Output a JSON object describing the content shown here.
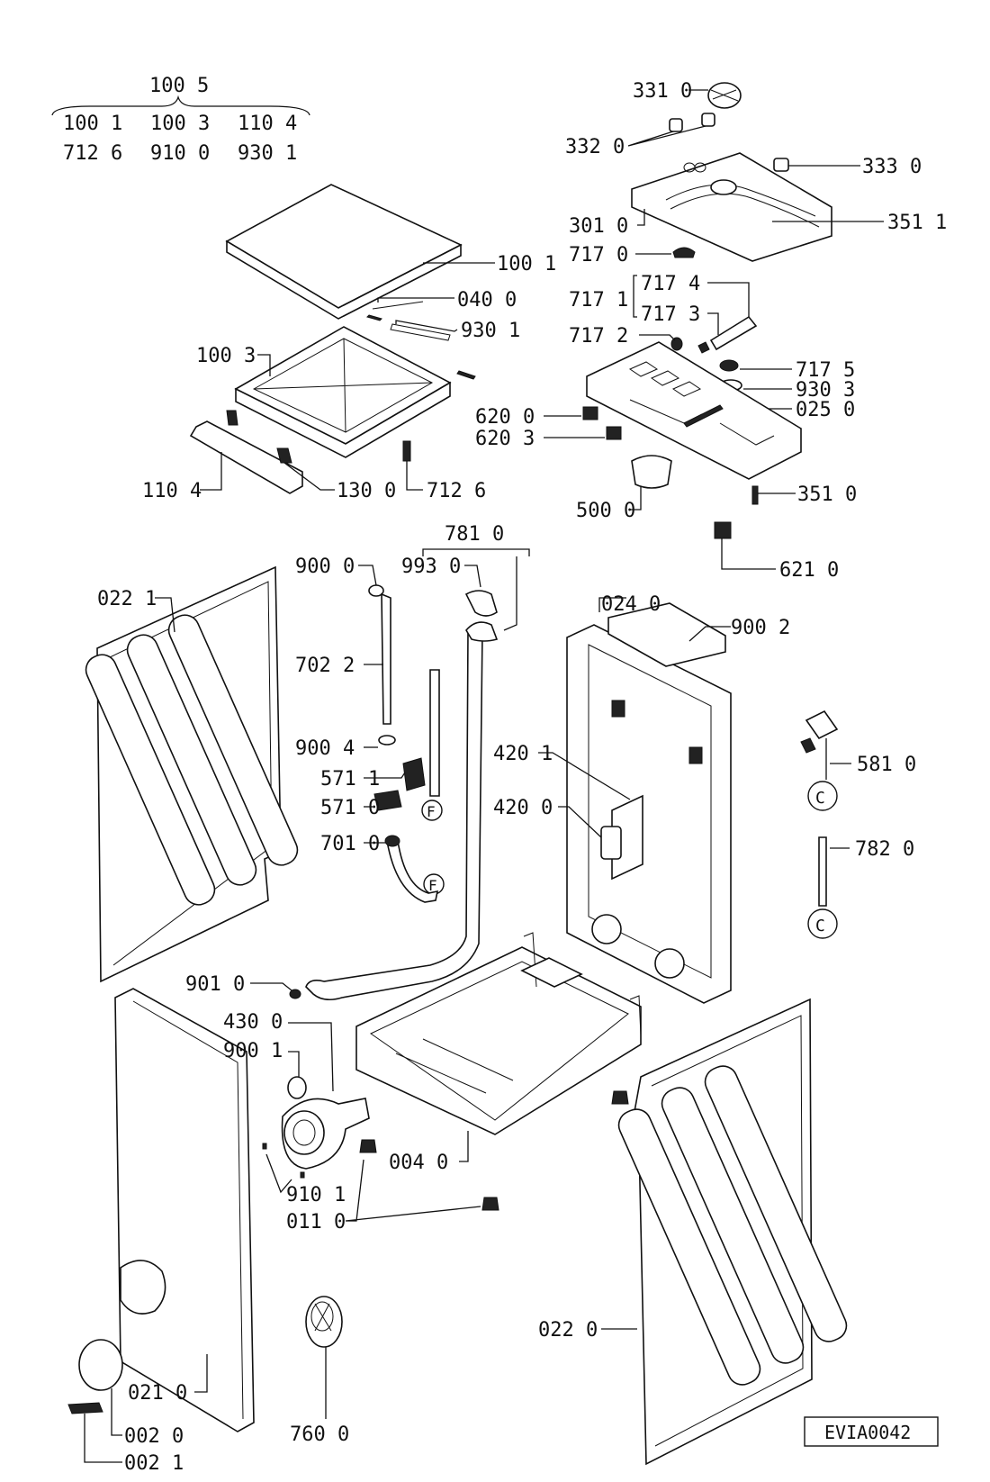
{
  "labels": {
    "l_1005": "100 5",
    "l_1001_top": "100 1",
    "l_1003_top": "100 3",
    "l_1104_top": "110 4",
    "l_7126_top": "712 6",
    "l_9100": "910 0",
    "l_9301_top": "930 1",
    "l_1001": "100 1",
    "l_0400": "040 0",
    "l_9301": "930 1",
    "l_1003": "100 3",
    "l_1104": "110 4",
    "l_1300": "130 0",
    "l_7126": "712 6",
    "l_3310": "331 0",
    "l_3320": "332 0",
    "l_3330": "333 0",
    "l_3010": "301 0",
    "l_3511": "351 1",
    "l_7170": "717 0",
    "l_7171": "717 1",
    "l_7174": "717 4",
    "l_7173": "717 3",
    "l_7172": "717 2",
    "l_7175": "717 5",
    "l_9303": "930 3",
    "l_0250": "025 0",
    "l_6200": "620 0",
    "l_6203": "620 3",
    "l_5000": "500 0",
    "l_3510": "351 0",
    "l_6210": "621 0",
    "l_7810": "781 0",
    "l_9000": "900 0",
    "l_9930": "993 0",
    "l_0221": "022 1",
    "l_7022": "702 2",
    "l_9004": "900 4",
    "l_5711": "571 1",
    "l_5710": "571 0",
    "l_7010": "701 0",
    "l_0240": "024 0",
    "l_9002": "900 2",
    "l_4201": "420 1",
    "l_4200": "420 0",
    "l_5810": "581 0",
    "l_7820": "782 0",
    "l_9010": "901 0",
    "l_4300": "430 0",
    "l_9001": "900 1",
    "l_0040": "004 0",
    "l_9101": "910 1",
    "l_0110": "011 0",
    "l_0220": "022 0",
    "l_0210": "021 0",
    "l_0020": "002 0",
    "l_0021": "002 1",
    "l_7600": "760 0"
  },
  "connectors": {
    "f_upper": "F",
    "f_lower": "F",
    "c_upper": "C",
    "c_lower": "C"
  },
  "diagram_code": "EVIA0042"
}
